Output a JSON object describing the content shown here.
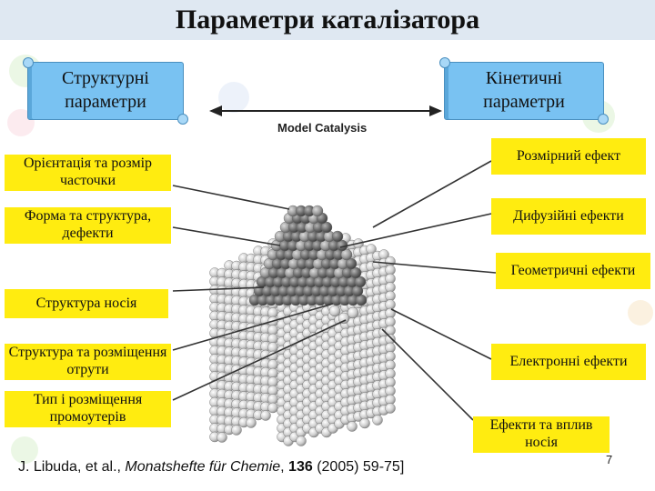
{
  "title": "Параметри каталізатора",
  "structural_header": "Структурні параметри",
  "kinetic_header": "Кінетичні параметри",
  "figure_caption": "Model Catalysis",
  "left_labels": [
    "Орієнтація та розмір часточки",
    "Форма та структура, дефекти",
    "Структура носія",
    "Структура та розміщення отрути",
    "Тип і розміщення промоутерів"
  ],
  "right_labels": [
    "Розмірний ефект",
    "Дифузійні ефекти",
    "Геометричні ефекти",
    "Електронні ефекти",
    "Ефекти та вплив носія"
  ],
  "citation": {
    "authors": "J. Libuda, et al., ",
    "journal": "Monatshefte für Chemie",
    "sep": ", ",
    "volume": "136",
    "rest": " (2005) 59-75]"
  },
  "page_number": "7",
  "colors": {
    "label_bg": "#ffec10",
    "header_bg": "#79c2f2",
    "title_bg": "#dfe8f2"
  }
}
